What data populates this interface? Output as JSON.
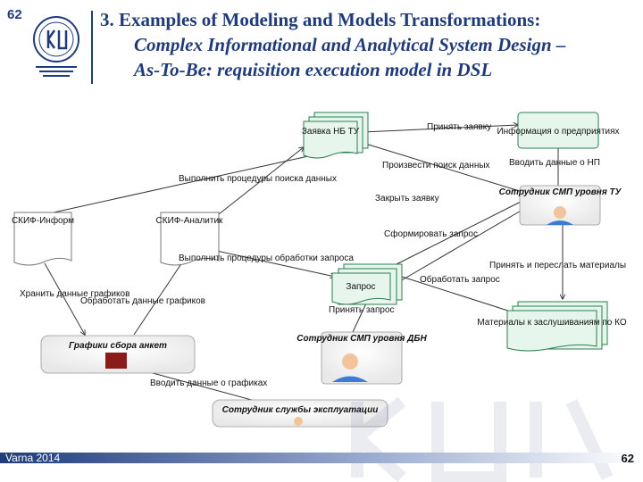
{
  "slide_number_top": "62",
  "title": {
    "line1": "3.  Examples of Modeling and Models Transformations:",
    "line2": "Complex Informational and Analytical System Design –",
    "line3": "As-To-Be: requisition execution model in DSL"
  },
  "nodes": {
    "zayavka": "Заявка НБ ТУ",
    "info_predpr": "Информация о предприятиях",
    "sotr_tu": "Сотрудник СМП уровня ТУ",
    "skif_inform": "СКИФ-Информ",
    "skif_analitik": "СКИФ-Аналитик",
    "zapros": "Запрос",
    "materialy": "Материалы к заслушиваниям по КО",
    "sotr_dbn": "Сотрудник СМП уровня ДБН",
    "grafiki": "Графики сбора анкет",
    "sotr_expl": "Сотрудник службы эксплуатации"
  },
  "edges": {
    "prinyat_zayavku": "Принять заявку",
    "vypolnit_poisk": "Выполнить процедуры поиска данных",
    "proizvesti_poisk": "Произвести поиск данных",
    "vvodit_np": "Вводить данные о НП",
    "zakryt_zayavku": "Закрыть заявку",
    "sformirovat_zapros": "Сформировать запрос",
    "vypolnit_obrabotki": "Выполнить процедуры обработки запроса",
    "prinyat_pereslat": "Принять и переслать материалы",
    "obrabotat_zapros": "Обработать запрос",
    "hranit_dannye": "Хранить данные графиков",
    "obrabotat_grafikov": "Обработать данные графиков",
    "prinyat_zapros": "Принять запрос",
    "vvodit_grafikah": "Вводить данные о графиках"
  },
  "footer": {
    "left": "Varna 2014",
    "right": "62"
  },
  "colors": {
    "brand": "#1f3b7a",
    "doc_fill": "#e6f6ec",
    "doc_stroke": "#2e7d4f"
  }
}
